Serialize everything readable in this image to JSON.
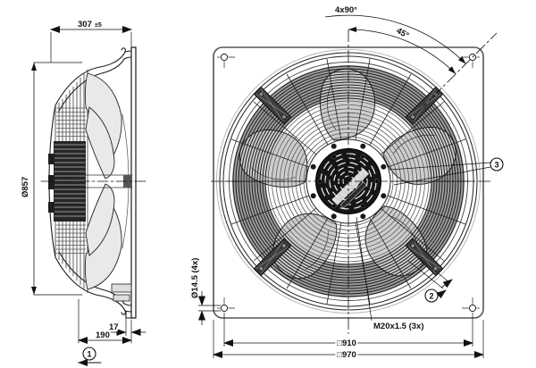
{
  "drawing": {
    "side_view": {
      "depth": "307",
      "depth_tolerance": "±5",
      "impeller_diameter": "Ø857",
      "flange_offset": "17",
      "housing_depth": "190",
      "callout_airflow": "1"
    },
    "front_view": {
      "hole_pattern_angle": "4x90°",
      "corner_angle": "45°",
      "callout_guard": "2",
      "callout_hub": "3",
      "cable_gland_thread": "M20x1.5 (3x)",
      "mounting_hole_diameter": "Ø14.5 (4x)",
      "hole_square": "□910",
      "plate_square": "□970"
    },
    "colors": {
      "line": "#1a1a1a",
      "plate_edge": "#555555",
      "grill_ring": "#9f9f9f",
      "blade_fill": "#cdcdcd",
      "hub_fill": "#161616",
      "background": "#ffffff"
    }
  }
}
